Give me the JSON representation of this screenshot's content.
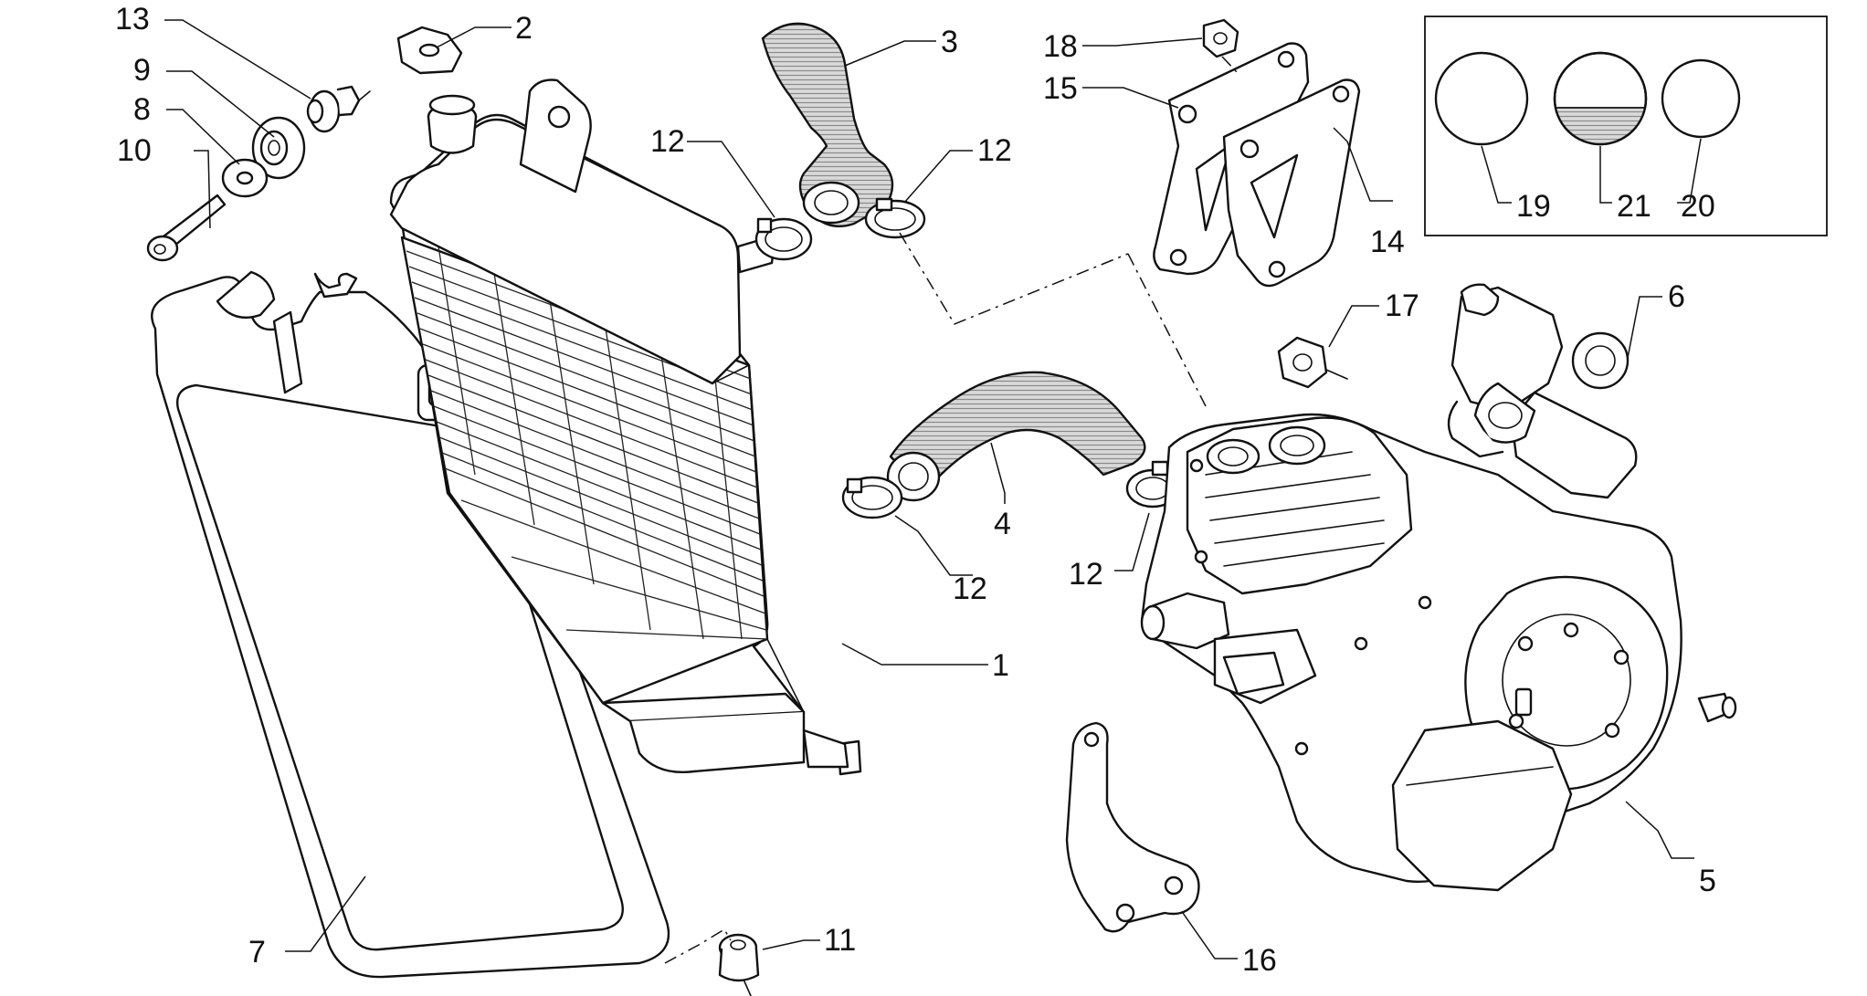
{
  "callouts": {
    "c1": "1",
    "c2": "2",
    "c3": "3",
    "c4": "4",
    "c5": "5",
    "c6": "6",
    "c7": "7",
    "c8": "8",
    "c9": "9",
    "c10": "10",
    "c11": "11",
    "c12a": "12",
    "c12b": "12",
    "c12c": "12",
    "c12d": "12",
    "c13": "13",
    "c14": "14",
    "c15": "15",
    "c16": "16",
    "c17": "17",
    "c18": "18",
    "c19": "19",
    "c20": "20",
    "c21": "21"
  }
}
